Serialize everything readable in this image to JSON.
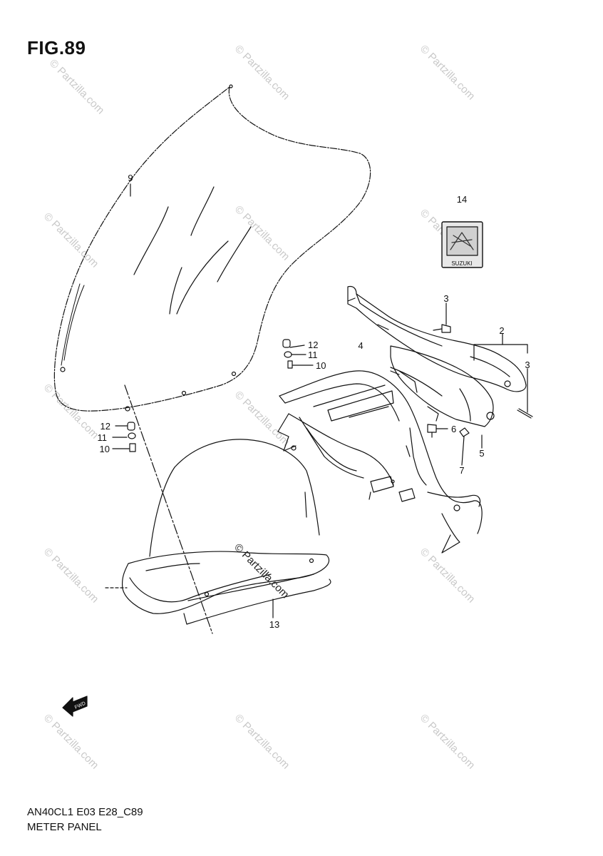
{
  "figure": {
    "title": "FIG.89",
    "model_code": "AN40CL1 E03 E28_C89",
    "section_name": "METER PANEL"
  },
  "watermark": {
    "text": "© Partzilla.com",
    "center_text": "© Partzilla.com"
  },
  "emblem": {
    "text": "SUZUKI"
  },
  "fwd_arrow": {
    "text": "FWD"
  },
  "callouts": {
    "c2": "2",
    "c3_bolt": "3",
    "c3_pin": "3",
    "c4": "4",
    "c5": "5",
    "c6": "6",
    "c7": "7",
    "c9": "9",
    "c10_upper": "10",
    "c11_upper": "11",
    "c12_upper": "12",
    "c10_lower": "10",
    "c11_lower": "11",
    "c12_lower": "12",
    "c13": "13",
    "c14": "14"
  }
}
